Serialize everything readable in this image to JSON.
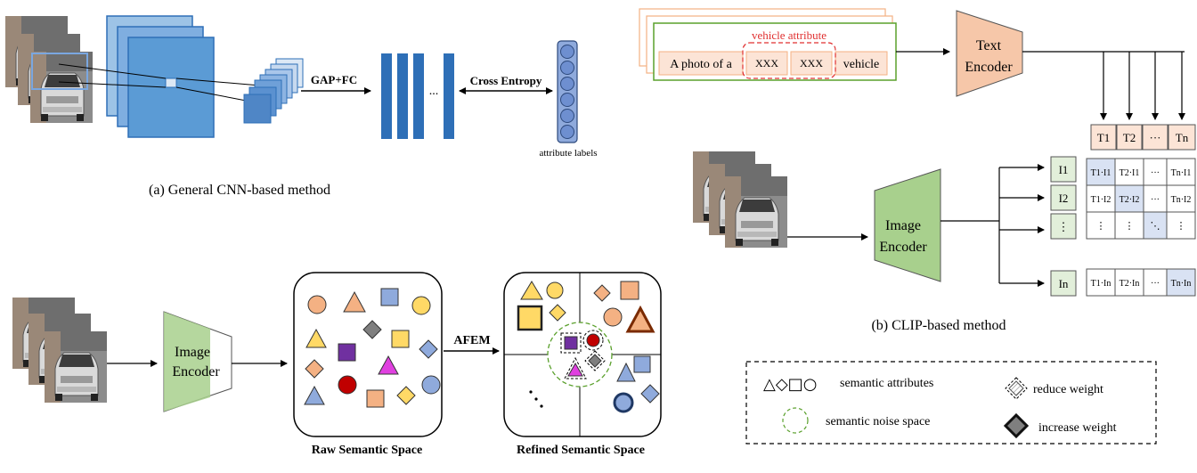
{
  "panel_a": {
    "caption": "(a) General CNN-based method",
    "gap_fc": "GAP+FC",
    "ellipsis": "...",
    "cross_entropy": "Cross Entropy",
    "attribute_labels": "attribute labels"
  },
  "panel_b": {
    "caption": "(b) CLIP-based method",
    "prompt_prefix": "A photo of a",
    "token_1": "XXX",
    "token_2": "XXX",
    "prompt_suffix": "vehicle",
    "vehicle_attribute": "vehicle attribute",
    "text_encoder_line1": "Text",
    "text_encoder_line2": "Encoder",
    "image_encoder_line1": "Image",
    "image_encoder_line2": "Encoder",
    "text_features": [
      "T1",
      "T2",
      "···",
      "Tn"
    ],
    "image_features": [
      "I1",
      "I2",
      "⋮",
      "In"
    ],
    "similarity_matrix": [
      [
        "T1·I1",
        "T2·I1",
        "···",
        "Tn·I1"
      ],
      [
        "T1·I2",
        "T2·I2",
        "···",
        "Tn·I2"
      ],
      [
        "⋮",
        "⋮",
        "⋱",
        "⋮"
      ],
      [
        "T1·In",
        "T2·In",
        "···",
        "Tn·In"
      ]
    ]
  },
  "panel_c": {
    "image_encoder_line1": "Image",
    "image_encoder_line2": "Encoder",
    "afem": "AFEM",
    "raw_space": "Raw Semantic Space",
    "refined_space": "Refined Semantic Space"
  },
  "legend": {
    "shapes_glyphs": "△◇□○",
    "semantic_attributes": "semantic attributes",
    "semantic_noise_space": "semantic noise space",
    "reduce_weight": "reduce weight",
    "increase_weight": "increase weight"
  },
  "colors": {
    "cnn_blue": "#2E6FB7",
    "feature_blue": "#6FA0D8",
    "encoder_orange": "#F6C7A9",
    "encoder_green": "#A8D08D",
    "prompt_fill": "#FCE4D6",
    "attribute_red": "#E03030",
    "noise_green": "#5AA02C",
    "matrix_diag": "#D9E2F3",
    "shape_orange": "#F4B183",
    "shape_yellow": "#FFD966",
    "shape_blue": "#8FAADC",
    "shape_purple": "#7030A0",
    "shape_magenta": "#E040E0",
    "shape_red": "#C00000",
    "shape_gray": "#7F7F7F"
  }
}
